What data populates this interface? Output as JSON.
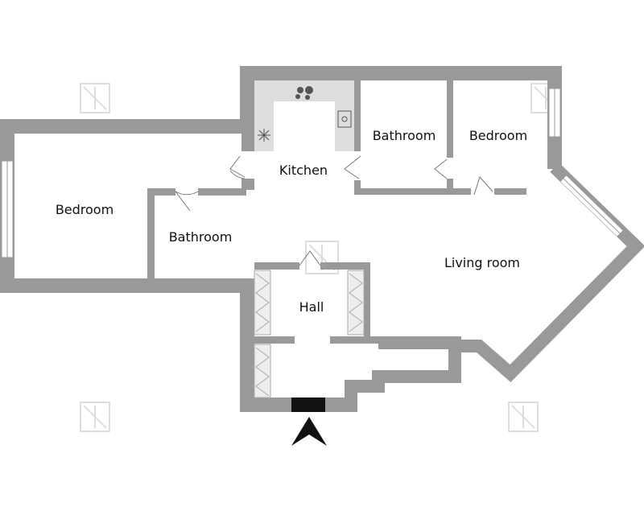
{
  "colors": {
    "wall": "#999999",
    "floor": "#ffffff",
    "kitchen_counter": "#dddddd",
    "entrance_marker": "#111111",
    "wardrobe": "#eeeeee",
    "watermark": "#dddddd"
  },
  "rooms": {
    "bedroom_left": "Bedroom",
    "bathroom_left": "Bathroom",
    "kitchen": "Kitchen",
    "bathroom_top": "Bathroom",
    "bedroom_right": "Bedroom",
    "living_room": "Living room",
    "hall": "Hall"
  },
  "icons": {
    "entrance": "entrance-arrow-icon",
    "watermark": "watermark-logo-icon",
    "stove": "stove-icon",
    "sink": "sink-icon"
  }
}
